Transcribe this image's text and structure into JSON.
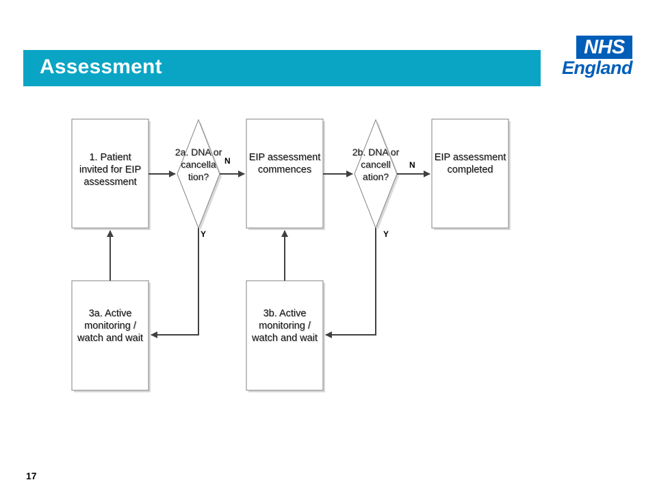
{
  "header": {
    "title": "Assessment",
    "bar_color": "#0aa5c5"
  },
  "logo": {
    "nhs": "NHS",
    "region": "England",
    "color": "#005eb8"
  },
  "flowchart": {
    "nodes": {
      "patient_invited": "1. Patient invited for EIP assessment",
      "decision_2a": "2a. DNA or cancella tion?",
      "assessment_commences": "EIP assessment commences",
      "decision_2b": "2b. DNA or cancell ation?",
      "assessment_completed": "EIP assessment completed",
      "active_monitoring_3a": "3a. Active monitoring / watch and wait",
      "active_monitoring_3b": "3b. Active monitoring / watch and wait"
    },
    "edge_labels": {
      "no_2a": "N",
      "yes_2a": "Y",
      "no_2b": "N",
      "yes_2b": "Y"
    }
  },
  "footer": {
    "page_number": "17"
  }
}
